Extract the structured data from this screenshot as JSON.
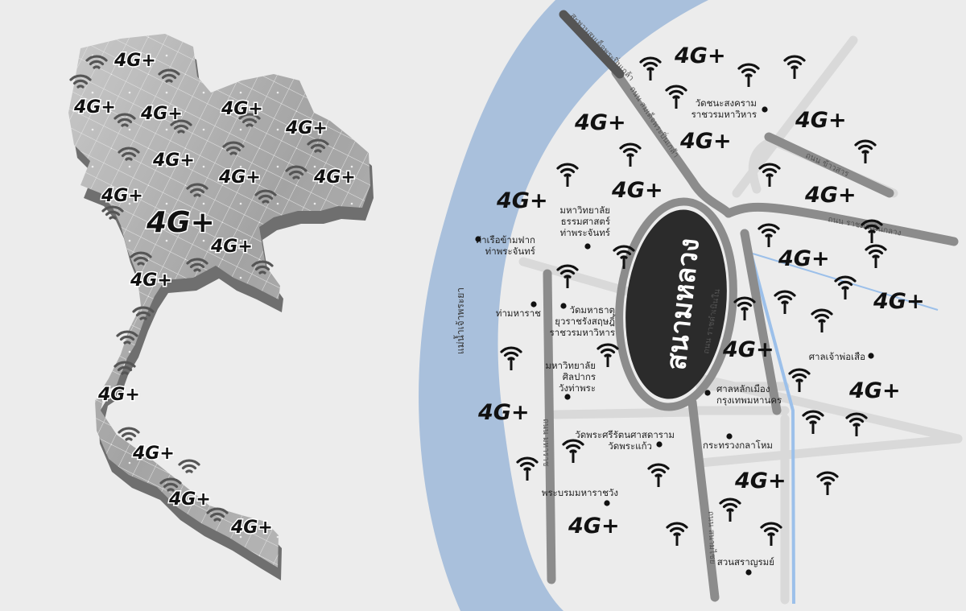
{
  "colors": {
    "background": "#ececec",
    "river": "#a9c0dc",
    "road": "#8c8c8c",
    "road_light": "#d9d9d9",
    "canal": "#9cc0ea",
    "oval": "#2b2b2b",
    "map_grey": "#a6a6a6"
  },
  "badge_text": "4G+",
  "river_label": "แม่น้ำเจ้าพระยา",
  "oval_label": "สนามหลวง",
  "roads": {
    "bridge": "สะพานสมเด็จพระปิ่นเกล้า",
    "pinklao": "ถนน สมเด็จพระปิ่นเกล้า",
    "khaosan": "ถนน ข้าวสาร",
    "ratchadamnoen": "ถนน ราชดำเนินกลาง",
    "ratchadamnoen_nai": "ถนน ราชดำเนินใน",
    "maharat": "ถนน มหาราช",
    "sanamchai": "ถนน สนามไชย"
  },
  "places": [
    {
      "key": "wat_chana",
      "lines": [
        "วัดชนะสงคราม",
        "ราชวรมหาวิหาร"
      ]
    },
    {
      "key": "thammasat",
      "lines": [
        "มหาวิทยาลัย",
        "ธรรมศาสตร์",
        "ท่าพระจันทร์"
      ]
    },
    {
      "key": "tha_ruea",
      "lines": [
        "ท่าเรือข้ามฟาก",
        "ท่าพระจันทร์"
      ]
    },
    {
      "key": "tha_maharat",
      "lines": [
        "ท่ามหาราช"
      ]
    },
    {
      "key": "wat_mahathat",
      "lines": [
        "วัดมหาธาตุ",
        "ยุวราชรังสฤษฎิ์",
        "ราชวรมหาวิหาร"
      ]
    },
    {
      "key": "silpakorn",
      "lines": [
        "มหาวิทยาลัย",
        "ศิลปากร",
        "วังท่าพระ"
      ]
    },
    {
      "key": "san_chao",
      "lines": [
        "ศาลเจ้าพ่อเสือ"
      ]
    },
    {
      "key": "lak_mueang",
      "lines": [
        "ศาลหลักเมือง",
        "กรุงเทพมหานคร"
      ]
    },
    {
      "key": "wat_phra_kaew",
      "lines": [
        "วัดพระศรีรัตนศาสดาราม",
        "วัดพระแก้ว"
      ]
    },
    {
      "key": "defence",
      "lines": [
        "กระทรวงกลาโหม"
      ]
    },
    {
      "key": "grand_palace",
      "lines": [
        "พระบรมมหาราชวัง"
      ]
    },
    {
      "key": "saranrom",
      "lines": [
        "สวนสราญรมย์"
      ]
    }
  ]
}
